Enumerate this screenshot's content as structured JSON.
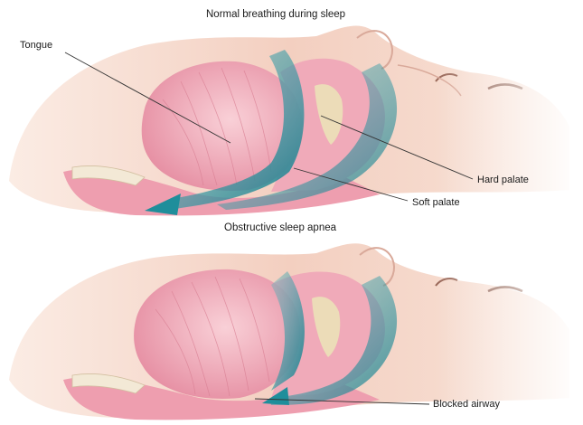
{
  "panels": [
    {
      "caption": "Normal breathing during sleep",
      "labels": {
        "tongue": "Tongue",
        "hard_palate": "Hard palate",
        "soft_palate": "Soft palate"
      }
    },
    {
      "caption": "Obstructive sleep apnea",
      "labels": {
        "blocked_airway": "Blocked airway"
      }
    }
  ],
  "colors": {
    "skin": "#f4d3c3",
    "tissue_pink": "#eea3b3",
    "tongue_pink": "#f3b6c2",
    "airflow_teal": "#1f8e9b",
    "bone": "#ecdcb8"
  }
}
